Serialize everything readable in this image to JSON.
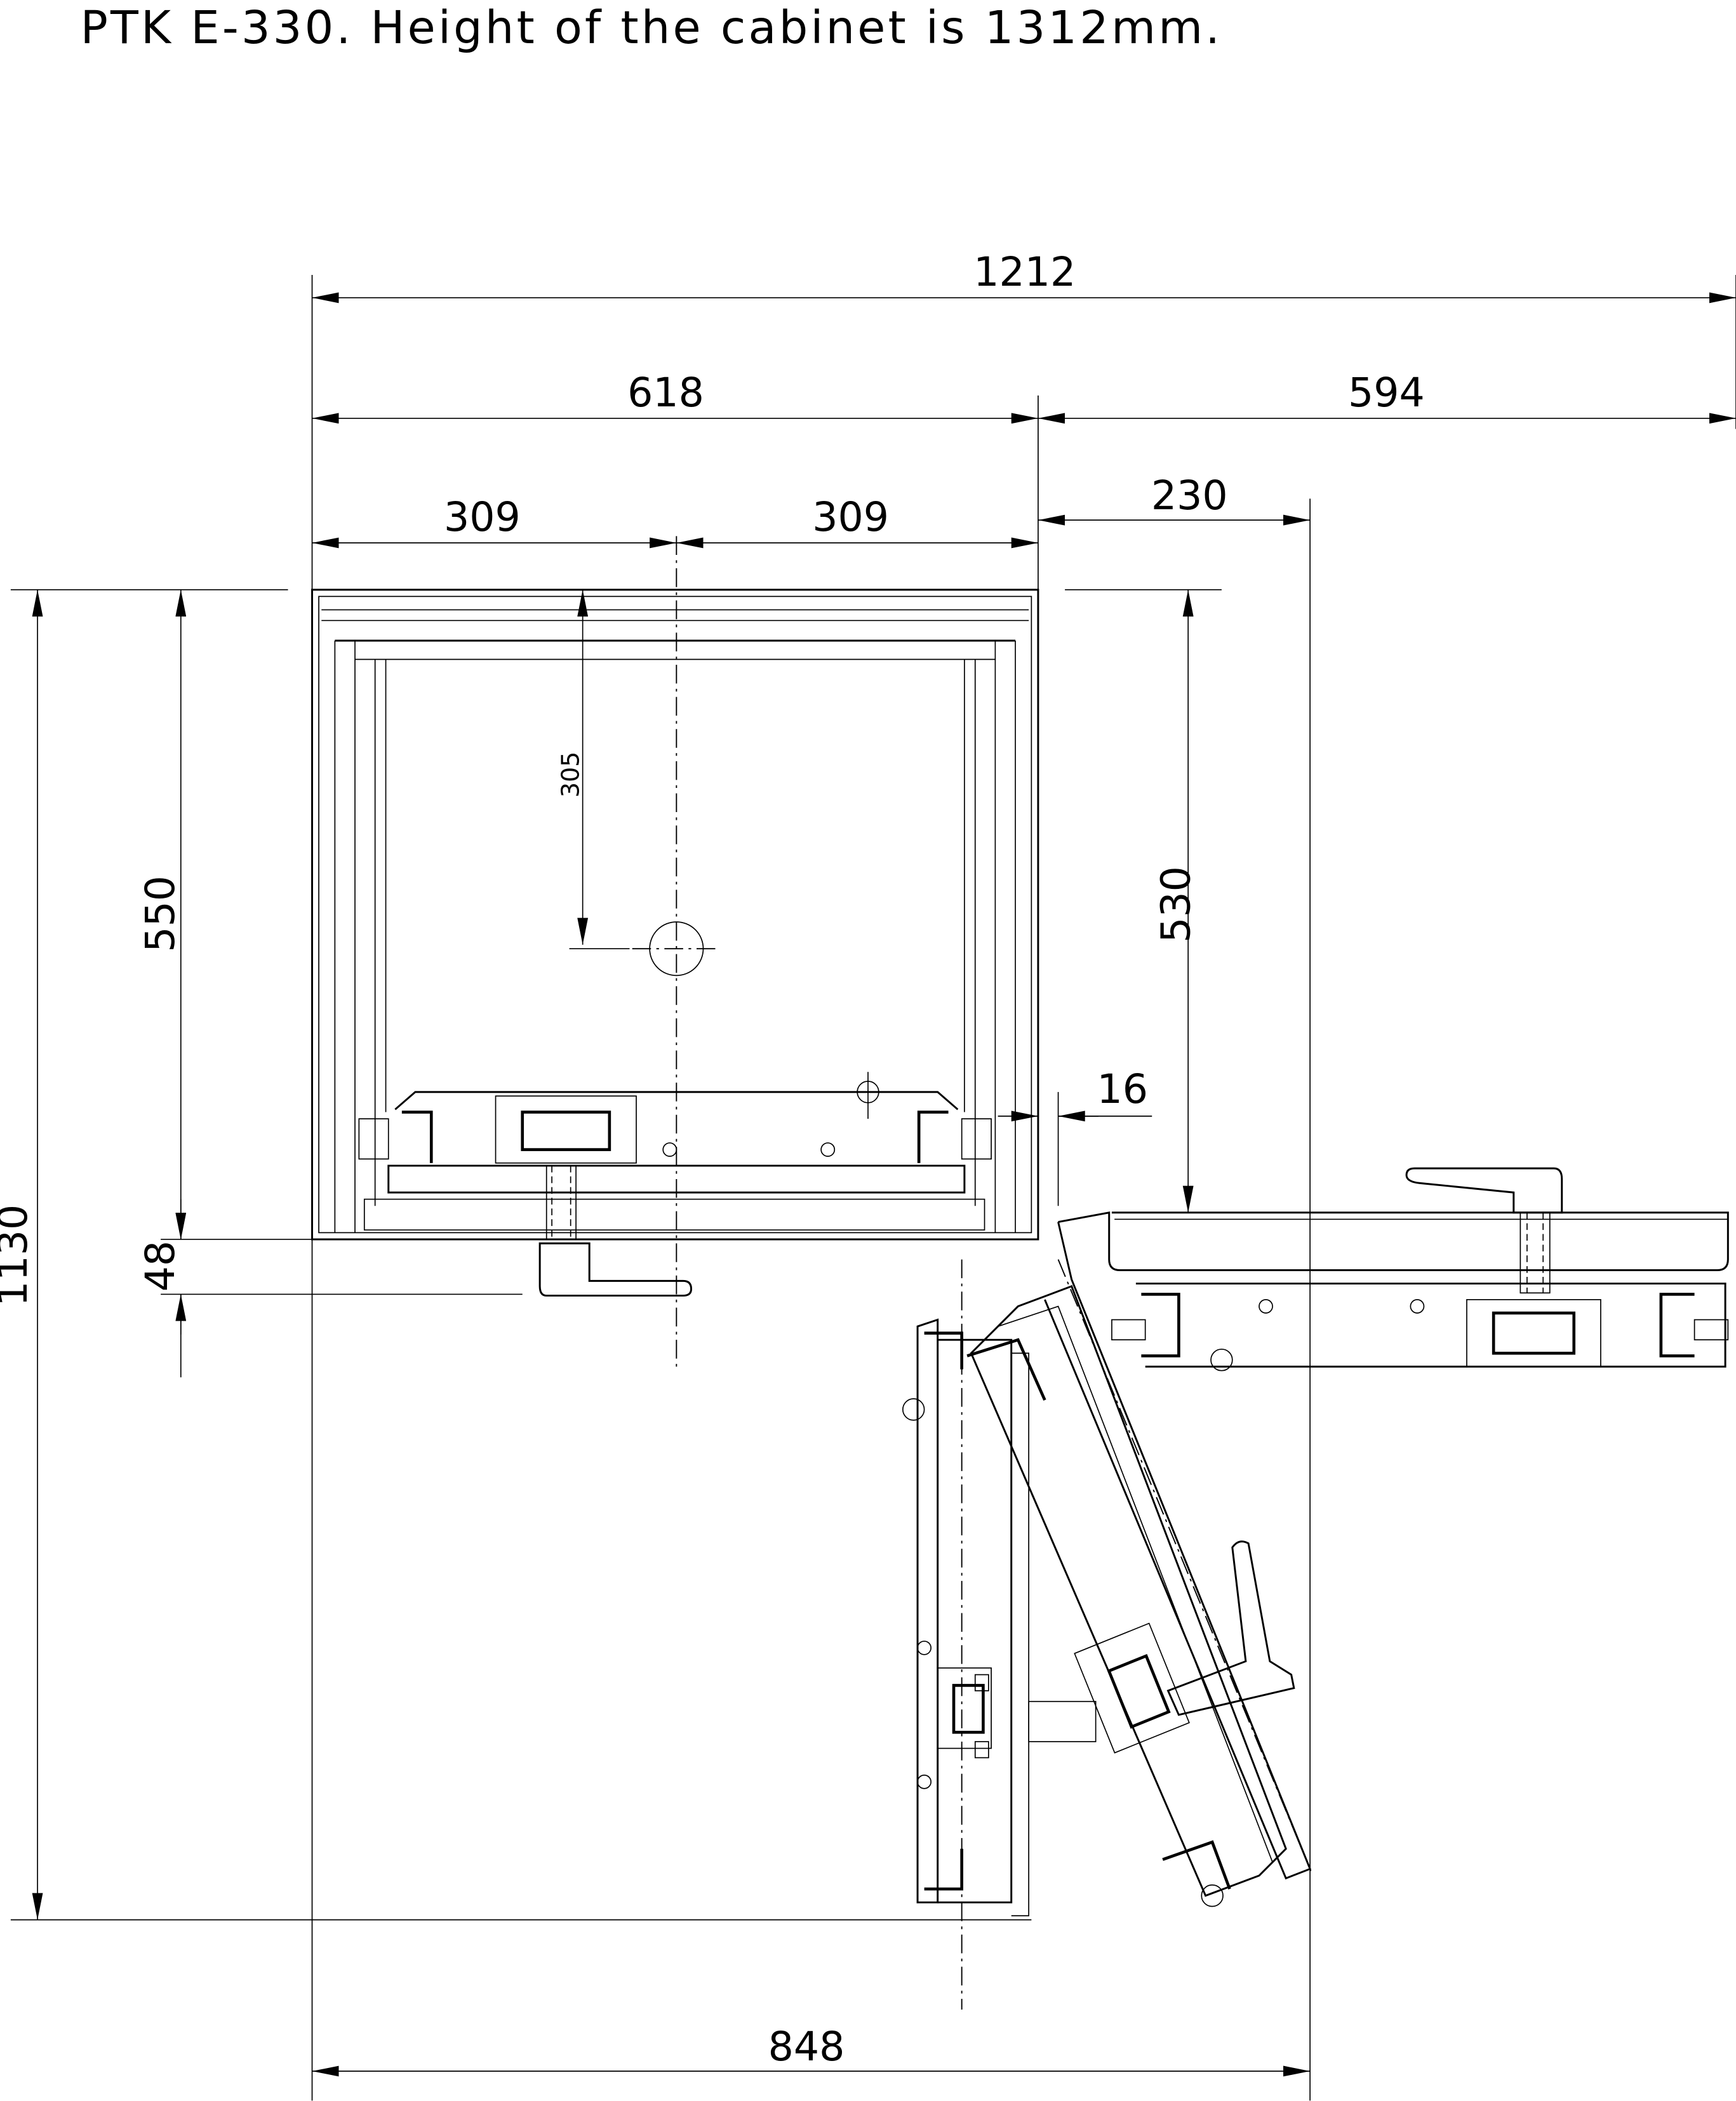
{
  "title": "PTK E-330. Height of the cabinet is 1312mm.",
  "dimensions": {
    "total_width": "1212",
    "cabinet_width": "618",
    "door_swing_width": "594",
    "half_left": "309",
    "half_right": "309",
    "offset_right": "230",
    "handle_center_depth": "305",
    "cabinet_depth": "550",
    "open_door_depth": "530",
    "hinge_gap": "16",
    "handle_projection": "48",
    "total_depth": "1130",
    "footprint_width": "848"
  }
}
